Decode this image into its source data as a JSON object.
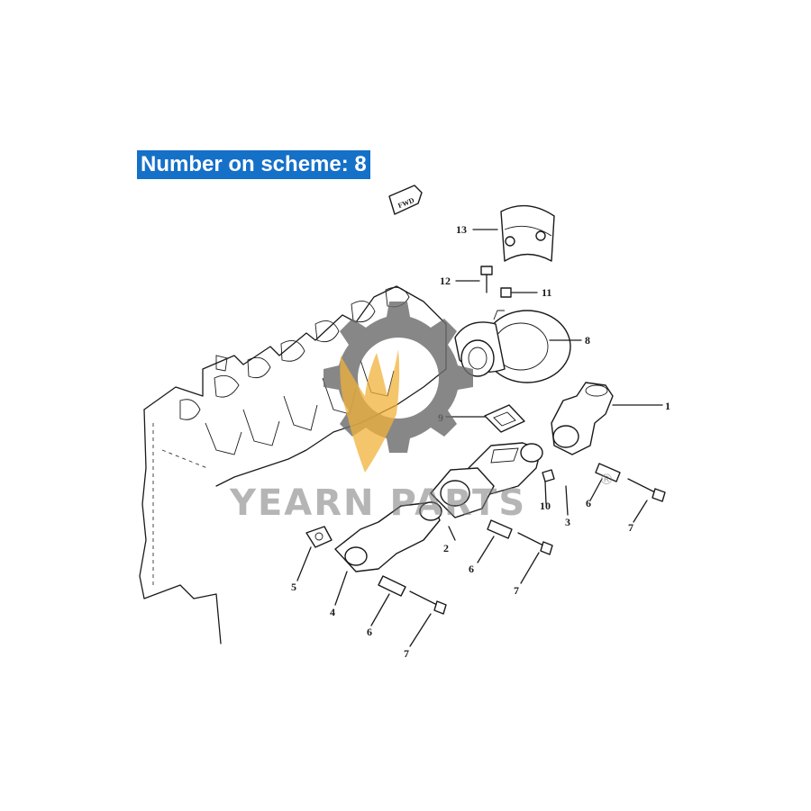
{
  "scheme_banner": {
    "label": "Number on scheme: 8",
    "background_color": "#1570c8",
    "text_color": "#ffffff"
  },
  "forward_marker": {
    "text": "FWD"
  },
  "watermark": {
    "text": "YEARN PARTS",
    "registered_mark": "®",
    "gear_color": "#6d6d6d",
    "flame_color": "#f0b23a"
  },
  "callouts": [
    {
      "id": "c1",
      "label": "1"
    },
    {
      "id": "c2",
      "label": "2"
    },
    {
      "id": "c3",
      "label": "3"
    },
    {
      "id": "c4",
      "label": "4"
    },
    {
      "id": "c5",
      "label": "5"
    },
    {
      "id": "c6a",
      "label": "6"
    },
    {
      "id": "c6b",
      "label": "6"
    },
    {
      "id": "c6c",
      "label": "6"
    },
    {
      "id": "c7a",
      "label": "7"
    },
    {
      "id": "c7b",
      "label": "7"
    },
    {
      "id": "c7c",
      "label": "7"
    },
    {
      "id": "c8",
      "label": "8"
    },
    {
      "id": "c9",
      "label": "9"
    },
    {
      "id": "c10",
      "label": "10"
    },
    {
      "id": "c11",
      "label": "11"
    },
    {
      "id": "c12",
      "label": "12"
    },
    {
      "id": "c13",
      "label": "13"
    }
  ]
}
